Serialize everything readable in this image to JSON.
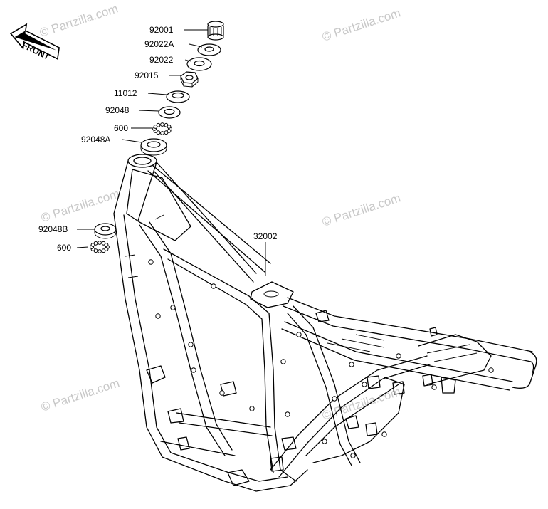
{
  "front_arrow": {
    "label": "FRONT"
  },
  "watermark": {
    "text": "© Partzilla.com"
  },
  "callouts": [
    {
      "id": "92001",
      "label": "92001"
    },
    {
      "id": "92022A",
      "label": "92022A"
    },
    {
      "id": "92022",
      "label": "92022"
    },
    {
      "id": "92015",
      "label": "92015"
    },
    {
      "id": "11012",
      "label": "11012"
    },
    {
      "id": "92048",
      "label": "92048"
    },
    {
      "id": "600a",
      "label": "600"
    },
    {
      "id": "92048A",
      "label": "92048A"
    },
    {
      "id": "92048B",
      "label": "92048B"
    },
    {
      "id": "600b",
      "label": "600"
    },
    {
      "id": "32002",
      "label": "32002"
    }
  ]
}
